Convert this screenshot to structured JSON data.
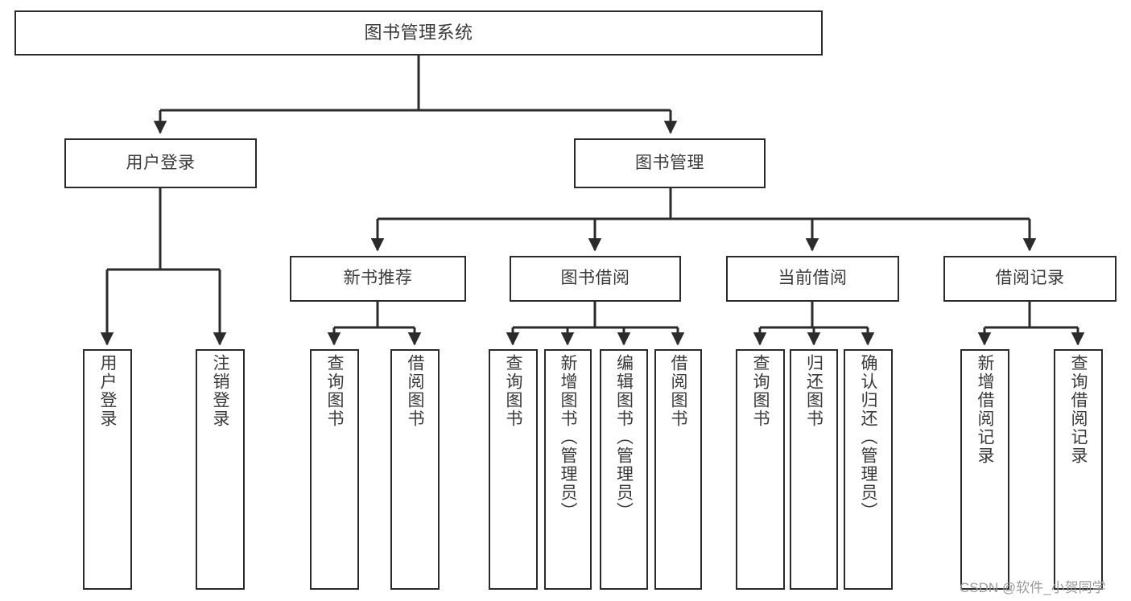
{
  "diagram": {
    "type": "tree-hierarchy",
    "title": "图书管理系统",
    "watermark": "CSDN @软件_小贺同学",
    "colors": {
      "box_border": "#2b2b2b",
      "box_fill": "#ffffff",
      "text": "#3a3a3a",
      "connector": "#2b2b2b",
      "watermark": "#9a9a9a",
      "background": "#ffffff"
    },
    "root": {
      "label": "图书管理系统"
    },
    "level1": [
      {
        "label": "用户登录"
      },
      {
        "label": "图书管理"
      }
    ],
    "level2": [
      {
        "label": "新书推荐"
      },
      {
        "label": "图书借阅"
      },
      {
        "label": "当前借阅"
      },
      {
        "label": "借阅记录"
      }
    ],
    "leaves": {
      "user_login": [
        {
          "label": "用户登录"
        },
        {
          "label": "注销登录"
        }
      ],
      "new_book_recommend": [
        {
          "label": "查询图书"
        },
        {
          "label": "借阅图书"
        }
      ],
      "book_borrow": [
        {
          "label": "查询图书"
        },
        {
          "label": "新增图书（管理员）"
        },
        {
          "label": "编辑图书（管理员）"
        },
        {
          "label": "借阅图书"
        }
      ],
      "current_borrow": [
        {
          "label": "查询图书"
        },
        {
          "label": "归还图书"
        },
        {
          "label": "确认归还（管理员）"
        }
      ],
      "borrow_record": [
        {
          "label": "新增借阅记录"
        },
        {
          "label": "查询借阅记录"
        }
      ]
    }
  }
}
